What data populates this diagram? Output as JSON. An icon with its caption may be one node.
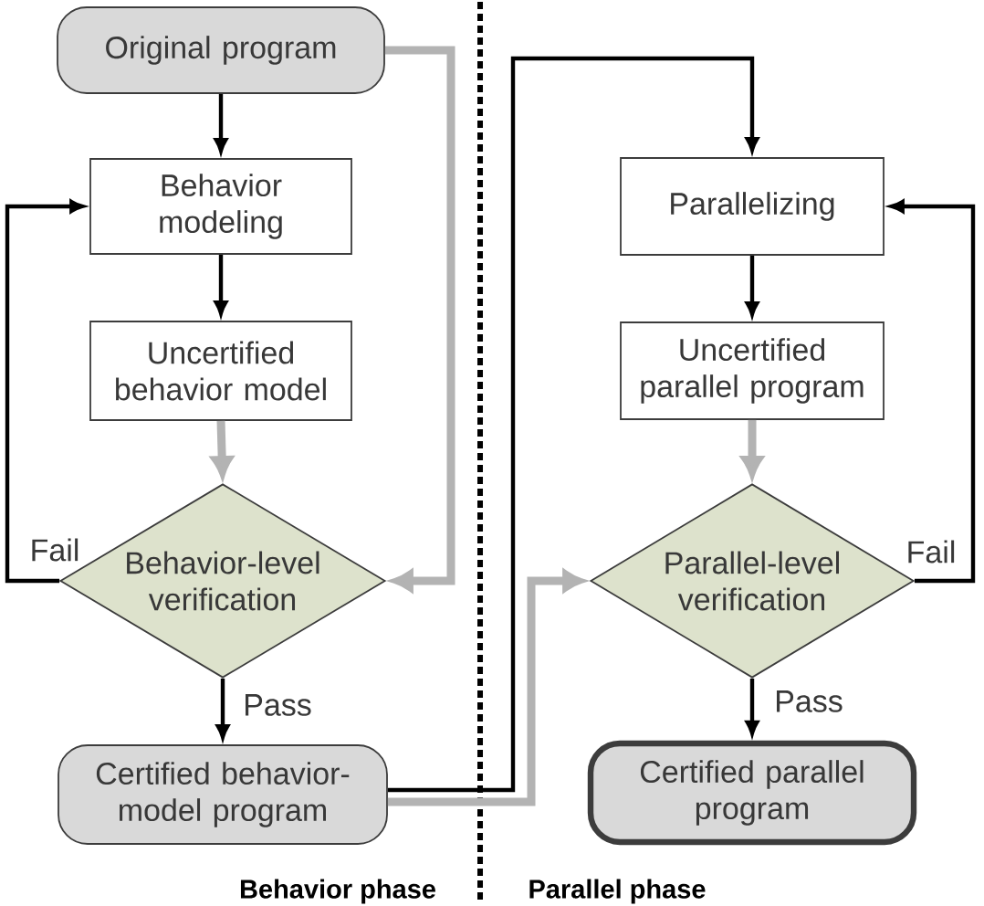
{
  "diagram": {
    "nodes": [
      {
        "text": [
          "Original program"
        ]
      },
      {
        "text": [
          "Behavior modeling"
        ]
      },
      {
        "text": [
          "Uncertified behavior model"
        ]
      },
      {
        "text": [
          "Behavior-level verification"
        ]
      },
      {
        "text": [
          "Certified behavior-model program"
        ]
      },
      {
        "text": [
          "Parallelizing"
        ]
      },
      {
        "text": [
          "Uncertified parallel program"
        ]
      },
      {
        "text": [
          "Parallel-level verification"
        ]
      },
      {
        "text": [
          "Certified parallel program"
        ]
      }
    ],
    "edges": [
      {
        "from": 0,
        "to": 1,
        "arrow": "to"
      },
      {
        "from": 1,
        "to": 2,
        "arrow": "to"
      },
      {
        "from": 2,
        "to": 3,
        "arrow": "to",
        "style": "thick",
        "color": "#b3b3b3"
      },
      {
        "from": 0,
        "to": 3,
        "arrow": "to",
        "style": "thick",
        "color": "#b3b3b3"
      },
      {
        "from": 3,
        "to": 1,
        "arrow": "to",
        "label": "Fail"
      },
      {
        "from": 3,
        "to": 4,
        "arrow": "to",
        "label": "Pass"
      },
      {
        "from": 4,
        "to": 5,
        "arrow": "to"
      },
      {
        "from": 4,
        "to": 7,
        "arrow": "to",
        "style": "thick",
        "color": "#b3b3b3"
      },
      {
        "from": 5,
        "to": 6,
        "arrow": "to"
      },
      {
        "from": 6,
        "to": 7,
        "arrow": "to",
        "style": "thick",
        "color": "#b3b3b3"
      },
      {
        "from": 7,
        "to": 5,
        "arrow": "to",
        "label": "Fail"
      },
      {
        "from": 7,
        "to": 8,
        "arrow": "to",
        "label": "Pass"
      }
    ],
    "labels": [
      "Behavior phase",
      "Parallel phase"
    ]
  }
}
